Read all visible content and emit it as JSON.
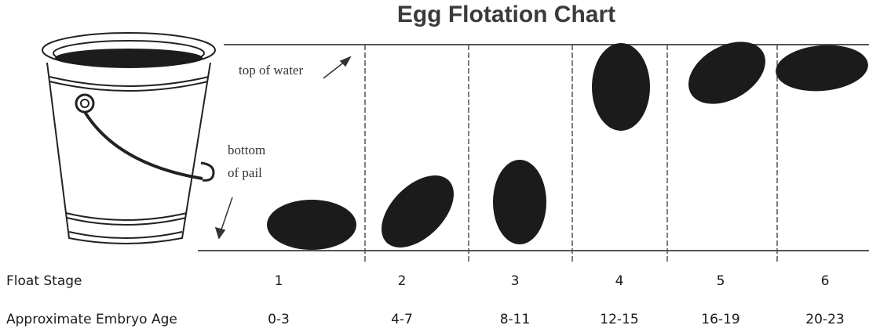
{
  "title": "Egg Flotation Chart",
  "annotations": {
    "top_of_water": "top of water",
    "bottom_of_pail_1": "bottom",
    "bottom_of_pail_2": "of pail"
  },
  "rows": {
    "float_stage_label": "Float Stage",
    "embryo_age_label": "Approximate Embryo Age"
  },
  "stages": [
    {
      "stage": "1",
      "age": "0-3"
    },
    {
      "stage": "2",
      "age": "4-7"
    },
    {
      "stage": "3",
      "age": "8-11"
    },
    {
      "stage": "4",
      "age": "12-15"
    },
    {
      "stage": "5",
      "age": "16-19"
    },
    {
      "stage": "6",
      "age": "20-23"
    }
  ],
  "colors": {
    "egg": "#1b1b1b",
    "lines": "#555555"
  }
}
